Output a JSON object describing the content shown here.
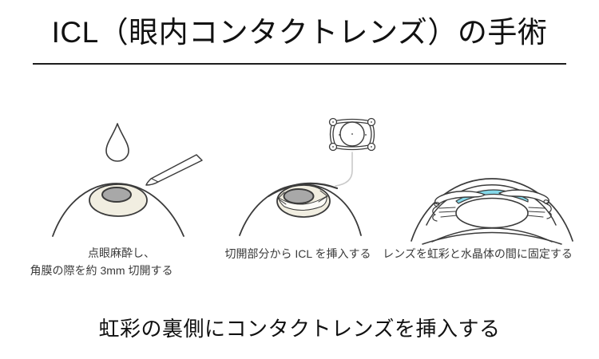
{
  "title": "ICL（眼内コンタクトレンズ）の手術",
  "steps": [
    {
      "id": "anesthesia-incision",
      "lines": [
        "点眼麻酔し、",
        "角膜の際を約 3mm 切開する"
      ]
    },
    {
      "id": "insert-icl",
      "lines": [
        "切開部分から ICL を挿入する"
      ]
    },
    {
      "id": "fix-lens",
      "lines": [
        "レンズを虹彩と水晶体の間に固定する"
      ]
    }
  ],
  "footer": "虹彩の裏側にコンタクトレンズを挿入する",
  "colors": {
    "line_dark": "#3b3b3b",
    "iris_cream": "#f1eee1",
    "pupil_gray": "#a8a8a8",
    "icl_blue": "#85d8e9",
    "connector_gray": "#c9c9c9",
    "text_dark": "#3a3a3a",
    "title_black": "#111111"
  }
}
